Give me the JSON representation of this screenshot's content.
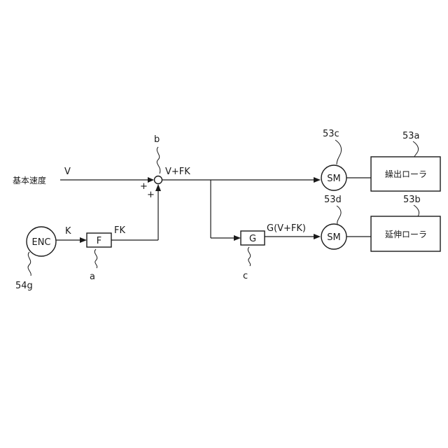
{
  "input": {
    "label": "基本速度",
    "signal": "V"
  },
  "summing_junction": {
    "ref": "b",
    "output": "V+FK",
    "sign_top": "+",
    "sign_bottom": "+"
  },
  "encoder": {
    "label": "ENC",
    "ref": "54g",
    "signal": "K"
  },
  "block_f": {
    "label": "F",
    "ref": "a",
    "output": "FK"
  },
  "block_g": {
    "label": "G",
    "ref": "c",
    "output": "G(V+FK)"
  },
  "motor_upper": {
    "label": "SM",
    "ref": "53c"
  },
  "motor_lower": {
    "label": "SM",
    "ref": "53d"
  },
  "roller_upper": {
    "label": "繰出ローラ",
    "ref": "53a"
  },
  "roller_lower": {
    "label": "延伸ローラ",
    "ref": "53b"
  }
}
